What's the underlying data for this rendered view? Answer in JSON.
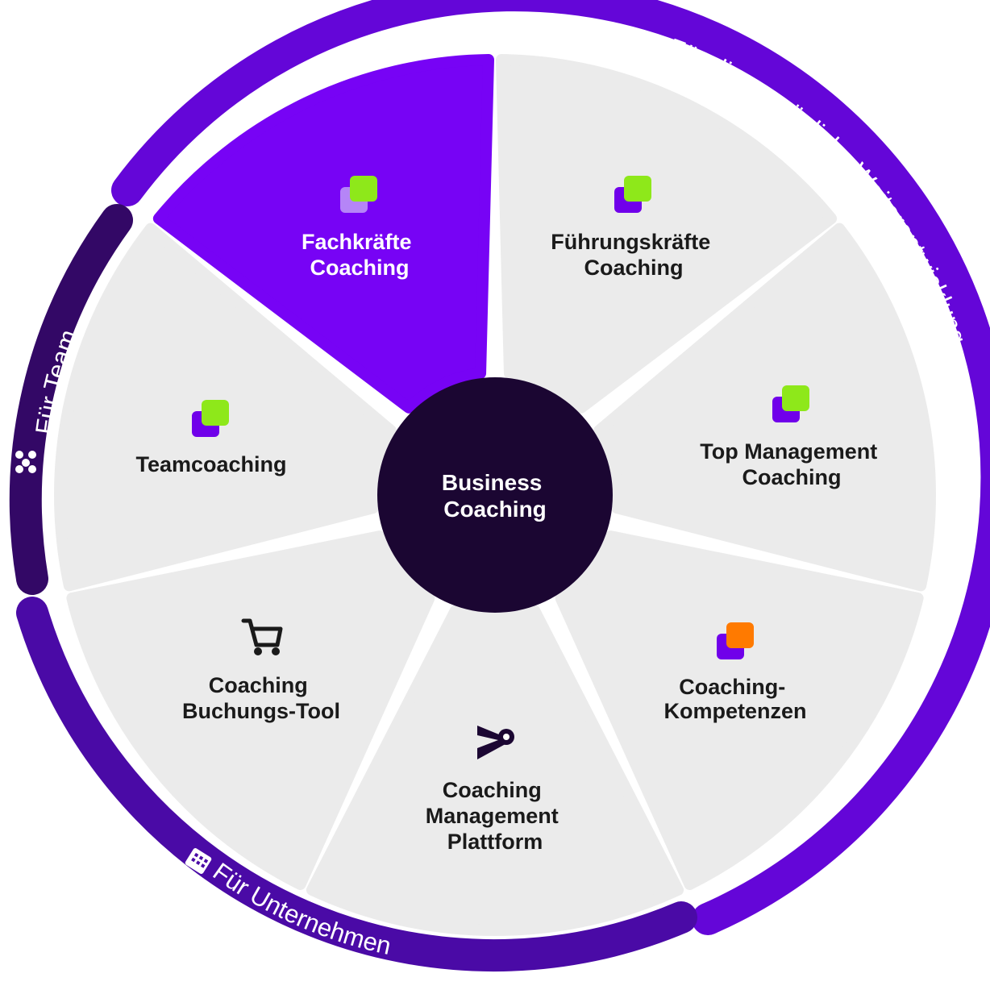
{
  "diagram": {
    "center": {
      "lines": [
        "Business",
        "Coaching"
      ],
      "color": "#1b0632"
    },
    "arcs": [
      {
        "id": "personal",
        "label": "Für die persönliche Weiterentwicklung",
        "icon": "person-icon",
        "color": "#6406d8"
      },
      {
        "id": "teams",
        "label": "Für Teams",
        "icon": "team-icon",
        "color": "#330866"
      },
      {
        "id": "companies",
        "label": "Für Unternehmen",
        "icon": "building-icon",
        "color": "#4a0aa6"
      }
    ],
    "segments": [
      {
        "id": "fachkraefte",
        "lines": [
          "Fachkräfte",
          "Coaching"
        ],
        "icon": "stacked-squares-icon",
        "highlighted": true
      },
      {
        "id": "fuehrungskraefte",
        "lines": [
          "Führungskräfte",
          "Coaching"
        ],
        "icon": "stacked-squares-icon",
        "highlighted": false
      },
      {
        "id": "top-management",
        "lines": [
          "Top Management",
          "Coaching"
        ],
        "icon": "stacked-squares-icon",
        "highlighted": false
      },
      {
        "id": "kompetenzen",
        "lines": [
          "Coaching-",
          "Kompetenzen"
        ],
        "icon": "stacked-squares-orange-icon",
        "highlighted": false
      },
      {
        "id": "plattform",
        "lines": [
          "Coaching",
          "Management",
          "Plattform"
        ],
        "icon": "logo-icon",
        "highlighted": false
      },
      {
        "id": "buchungs-tool",
        "lines": [
          "Coaching",
          "Buchungs-Tool"
        ],
        "icon": "cart-icon",
        "highlighted": false
      },
      {
        "id": "teamcoaching",
        "lines": [
          "Teamcoaching"
        ],
        "icon": "stacked-squares-icon",
        "highlighted": false
      }
    ],
    "colors": {
      "segment_fill": "#ebebeb",
      "highlight_fill": "#7703f5",
      "purple": "#7000ea",
      "lime": "#8ee81a",
      "orange": "#ff7a00",
      "light_purple": "#b585f7",
      "text_dark": "#1a1a1a"
    }
  }
}
